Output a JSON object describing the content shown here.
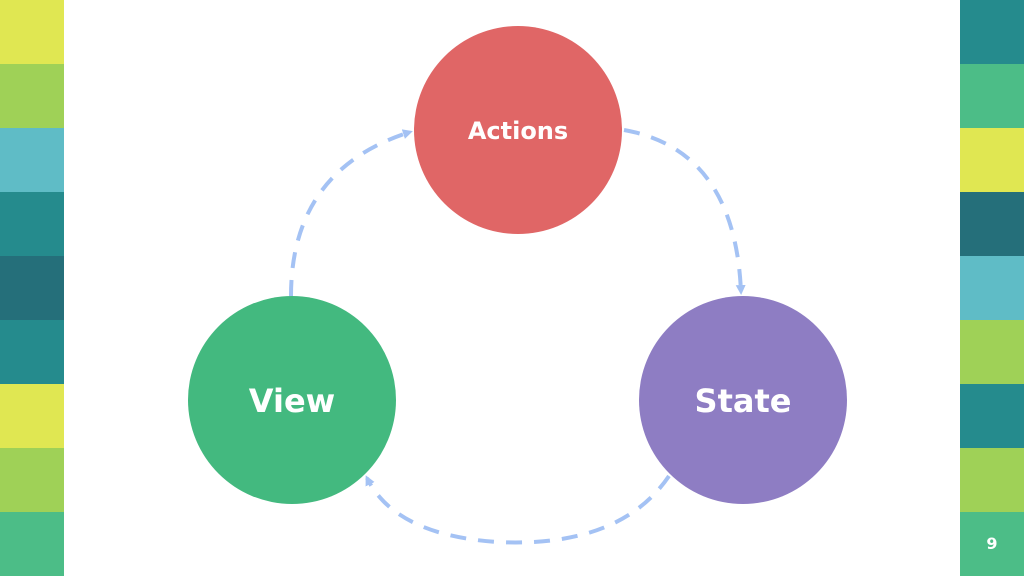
{
  "slide": {
    "page_number": "9",
    "left_stripe_colors": [
      "#e0e752",
      "#9fd157",
      "#5fbcc6",
      "#258b8d",
      "#256f7a",
      "#258b8d",
      "#e0e752",
      "#9fd157",
      "#4cbd87"
    ],
    "right_stripe_colors": [
      "#258b8d",
      "#4cbd87",
      "#e0e752",
      "#256f7a",
      "#5fbcc6",
      "#9fd157",
      "#258b8d",
      "#9fd157",
      "#4cbd87"
    ]
  },
  "diagram": {
    "nodes": {
      "actions": {
        "label": "Actions",
        "color": "#e06666"
      },
      "state": {
        "label": "State",
        "color": "#8e7dc3"
      },
      "view": {
        "label": "View",
        "color": "#43b97f"
      }
    },
    "arrow_color": "#a4c2f4"
  }
}
